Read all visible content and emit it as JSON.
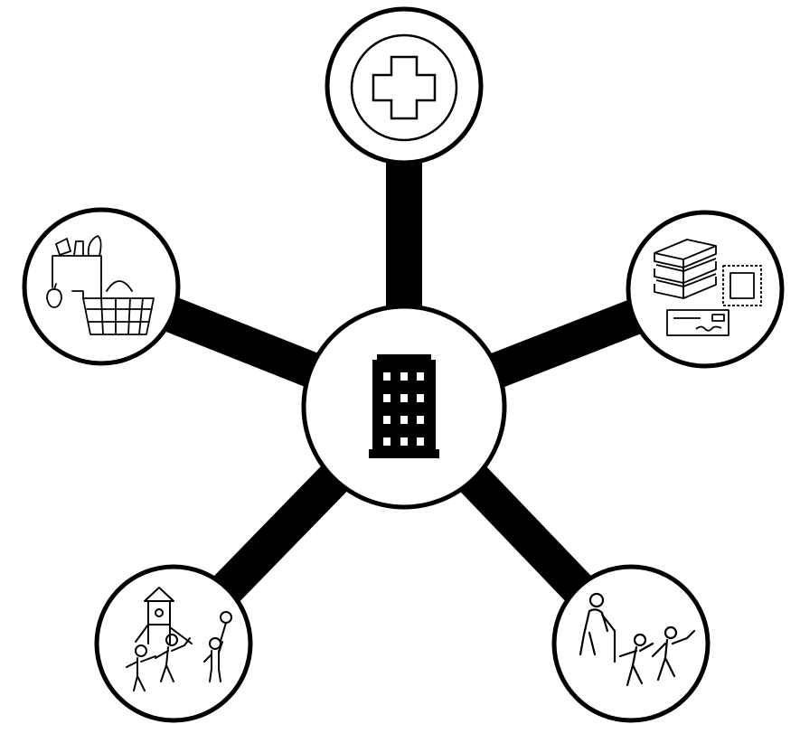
{
  "diagram": {
    "stroke_color": "#000000",
    "fill_color": "#ffffff",
    "hub": {
      "icon": "office-building-icon"
    },
    "nodes": [
      {
        "id": "health",
        "icon": "medical-cross-icon"
      },
      {
        "id": "post-office",
        "icon": "books-stamp-check-icon"
      },
      {
        "id": "senior-family",
        "icon": "elder-and-children-icon"
      },
      {
        "id": "playground",
        "icon": "playground-children-icon"
      },
      {
        "id": "grocery",
        "icon": "grocery-bag-basket-icon"
      }
    ]
  }
}
